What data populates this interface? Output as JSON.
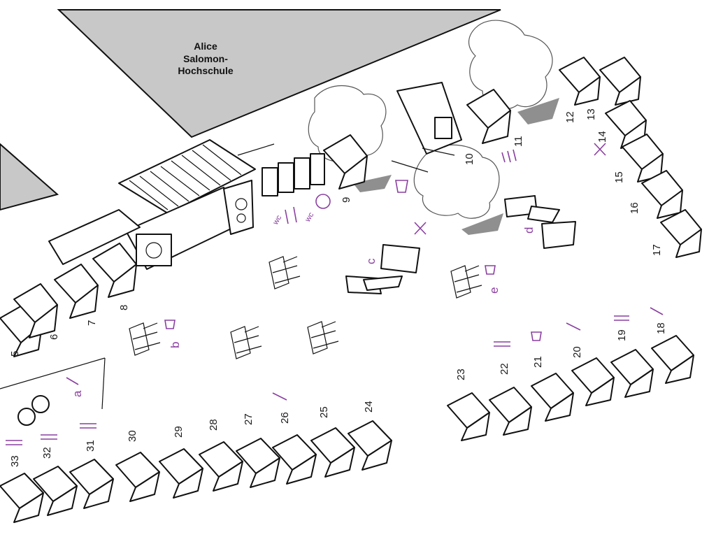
{
  "building": {
    "label_line1": "Alice",
    "label_line2": "Salomon-",
    "label_line3": "Hochschule"
  },
  "stalls": [
    "5",
    "6",
    "7",
    "8",
    "9",
    "10",
    "11",
    "12",
    "13",
    "14",
    "15",
    "16",
    "17",
    "18",
    "19",
    "20",
    "21",
    "22",
    "23",
    "24",
    "25",
    "26",
    "27",
    "28",
    "29",
    "30",
    "31",
    "32",
    "33"
  ],
  "areas": [
    "a",
    "b",
    "c",
    "d",
    "e"
  ],
  "colors": {
    "accent": "#8a3fa0",
    "building": "#c8c8c8",
    "shadow": "#8f8f8f",
    "ink": "#111111"
  },
  "icons": {
    "wc": "wc",
    "food": "cutlery-icon",
    "drink": "cup-icon",
    "music": "music-icon",
    "bin": "bin-icon"
  }
}
